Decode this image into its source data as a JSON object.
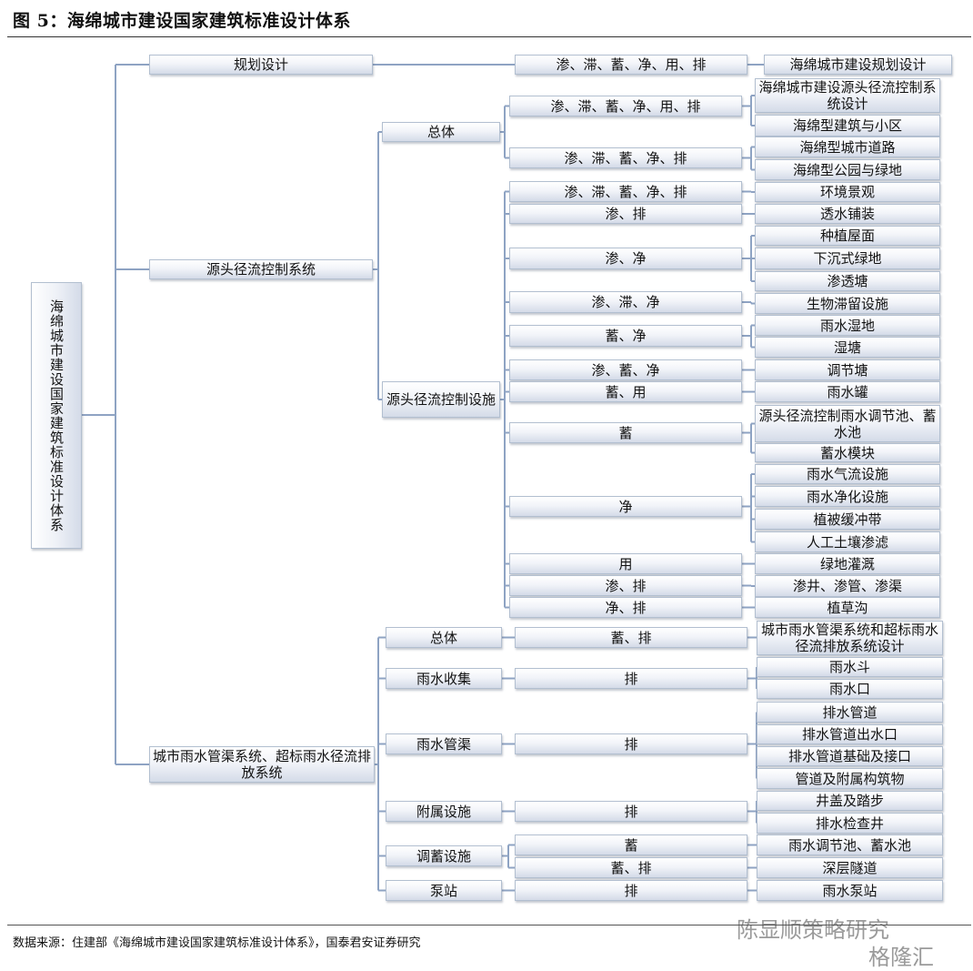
{
  "title": "图 5：海绵城市建设国家建筑标准设计体系",
  "footer": "数据来源：住建部《海绵城市建设国家建筑标准设计体系》，国泰君安证券研究",
  "watermark": "陈显顺策略研究",
  "watermark2": "格隆汇",
  "colors": {
    "connector": "#8ea3c3",
    "box_border": "#b2bfd0"
  },
  "root": "海绵城市建设国家建筑标准设计体系",
  "level1": [
    "规划设计",
    "源头径流控制系统",
    "城市雨水管渠系统、超标雨水径流排放系统"
  ],
  "level2": [
    "总体",
    "源头径流控制设施",
    "总体",
    "雨水收集",
    "雨水管渠",
    "附属设施",
    "调蓄设施",
    "泵站"
  ],
  "level3": [
    "渗、滞、蓄、净、用、排",
    "渗、滞、蓄、净、用、排",
    "渗、滞、蓄、净、排",
    "渗、滞、蓄、净、排",
    "渗、排",
    "渗、净",
    "渗、滞、净",
    "蓄、净",
    "渗、蓄、净",
    "蓄、用",
    "蓄",
    "净",
    "用",
    "渗、排",
    "净、排",
    "蓄、排",
    "排",
    "排",
    "排",
    "蓄",
    "蓄、排",
    "排"
  ],
  "level4": [
    "海绵城市建设规划设计",
    "海绵城市建设源头径流控制系统设计",
    "海绵型建筑与小区",
    "海绵型城市道路",
    "海绵型公园与绿地",
    "环境景观",
    "透水铺装",
    "种植屋面",
    "下沉式绿地",
    "渗透塘",
    "生物滞留设施",
    "雨水湿地",
    "湿塘",
    "调节塘",
    "雨水罐",
    "源头径流控制雨水调节池、蓄水池",
    "蓄水模块",
    "雨水气流设施",
    "雨水净化设施",
    "植被缓冲带",
    "人工土壤渗滤",
    "绿地灌溉",
    "渗井、渗管、渗渠",
    "植草沟",
    "城市雨水管渠系统和超标雨水径流排放系统设计",
    "雨水斗",
    "雨水口",
    "排水管道",
    "排水管道出水口",
    "排水管道基础及接口",
    "管道及附属构筑物",
    "井盖及踏步",
    "排水检查井",
    "雨水调节池、蓄水池",
    "深层隧道",
    "雨水泵站"
  ]
}
